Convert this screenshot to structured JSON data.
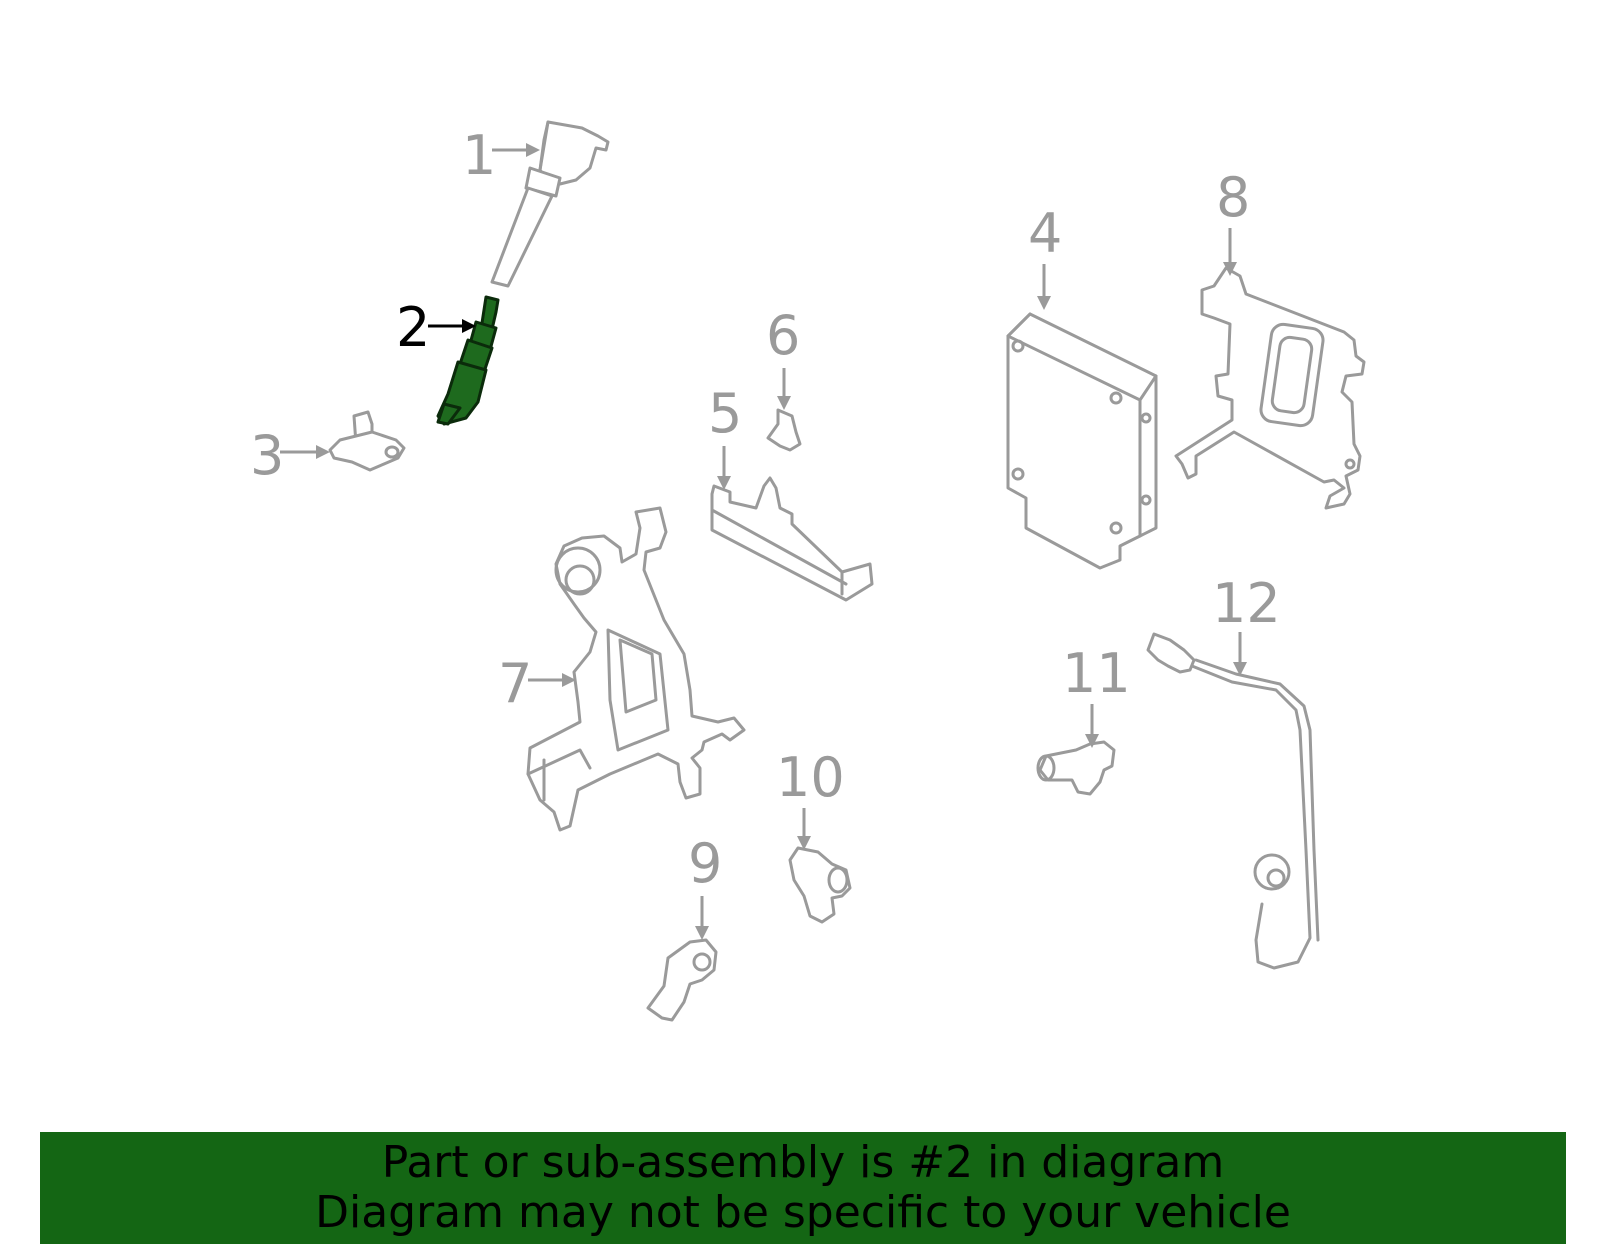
{
  "diagram": {
    "highlighted_callout": "2",
    "highlight_color": "#1e6a1e",
    "line_color": "#9a9a9a",
    "callouts": [
      {
        "id": "1",
        "label": "1"
      },
      {
        "id": "2",
        "label": "2"
      },
      {
        "id": "3",
        "label": "3"
      },
      {
        "id": "4",
        "label": "4"
      },
      {
        "id": "5",
        "label": "5"
      },
      {
        "id": "6",
        "label": "6"
      },
      {
        "id": "7",
        "label": "7"
      },
      {
        "id": "8",
        "label": "8"
      },
      {
        "id": "9",
        "label": "9"
      },
      {
        "id": "10",
        "label": "10"
      },
      {
        "id": "11",
        "label": "11"
      },
      {
        "id": "12",
        "label": "12"
      }
    ]
  },
  "banner": {
    "background": "#146614",
    "line1": "Part or sub-assembly is #2 in diagram",
    "line2": "Diagram may not be specific to your vehicle"
  }
}
